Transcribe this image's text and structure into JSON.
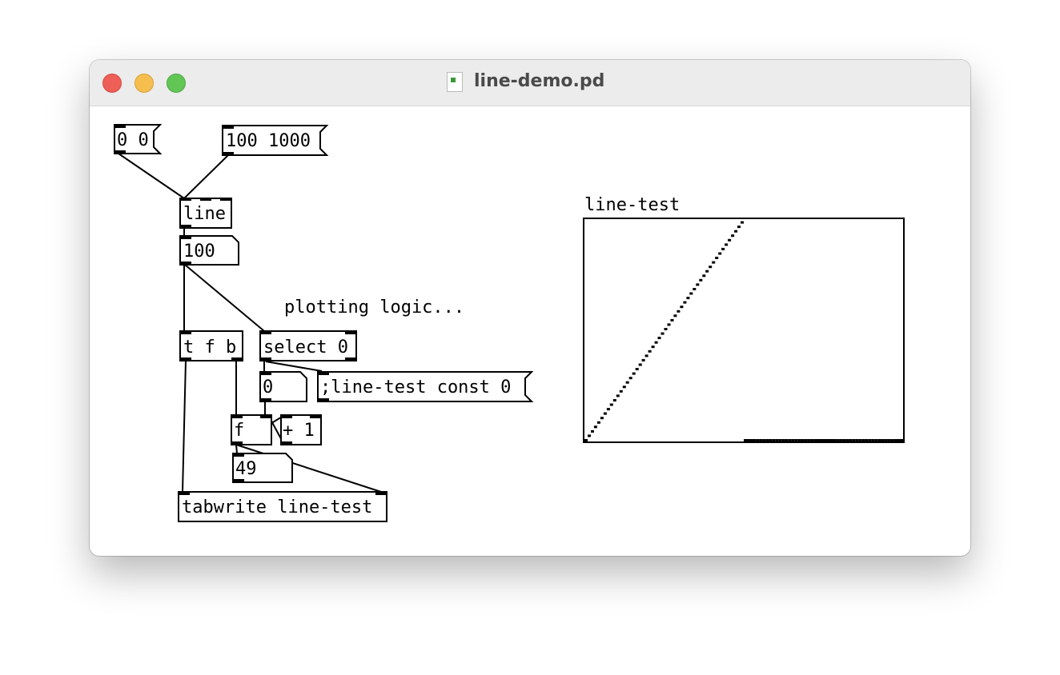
{
  "window": {
    "title": "line-demo.pd"
  },
  "patch": {
    "msg_zero": "0 0",
    "msg_ramp": "100 1000",
    "obj_line": "line",
    "atom_line_out": "100",
    "comment": "plotting logic...",
    "obj_trigger": "t f b",
    "obj_select": "select 0",
    "atom_reset": "0",
    "msg_const": ";line-test const 0",
    "obj_float": "f",
    "obj_add": "+ 1",
    "atom_counter": "49",
    "obj_tabwrite": "tabwrite line-test"
  },
  "array": {
    "name": "line-test",
    "size": 100,
    "ylim": [
      0,
      100
    ],
    "values": [
      0,
      2,
      4,
      6,
      8,
      10,
      12,
      14,
      16,
      18,
      20,
      22,
      24,
      26,
      28,
      30,
      32,
      34,
      36,
      38,
      40,
      42,
      44,
      46,
      48,
      50,
      52,
      54,
      56,
      58,
      60,
      62,
      64,
      66,
      68,
      70,
      72,
      74,
      76,
      78,
      80,
      82,
      84,
      86,
      88,
      90,
      92,
      94,
      96,
      98,
      0,
      0,
      0,
      0,
      0,
      0,
      0,
      0,
      0,
      0,
      0,
      0,
      0,
      0,
      0,
      0,
      0,
      0,
      0,
      0,
      0,
      0,
      0,
      0,
      0,
      0,
      0,
      0,
      0,
      0,
      0,
      0,
      0,
      0,
      0,
      0,
      0,
      0,
      0,
      0,
      0,
      0,
      0,
      0,
      0,
      0,
      0,
      0,
      0,
      0
    ]
  }
}
